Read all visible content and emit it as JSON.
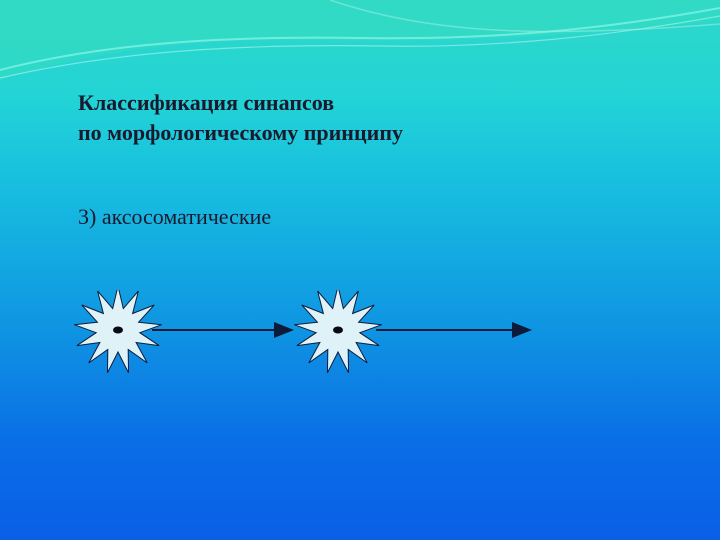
{
  "slide": {
    "title_line1": "Классификация синапсов",
    "title_line2": "по морфологическому принципу",
    "item": "3) аксосоматические"
  },
  "colors": {
    "neuron_fill": "#dff2f8",
    "neuron_stroke": "#0d1b3a",
    "axon": "#0d1b3a",
    "text": "#1a1a2e"
  }
}
